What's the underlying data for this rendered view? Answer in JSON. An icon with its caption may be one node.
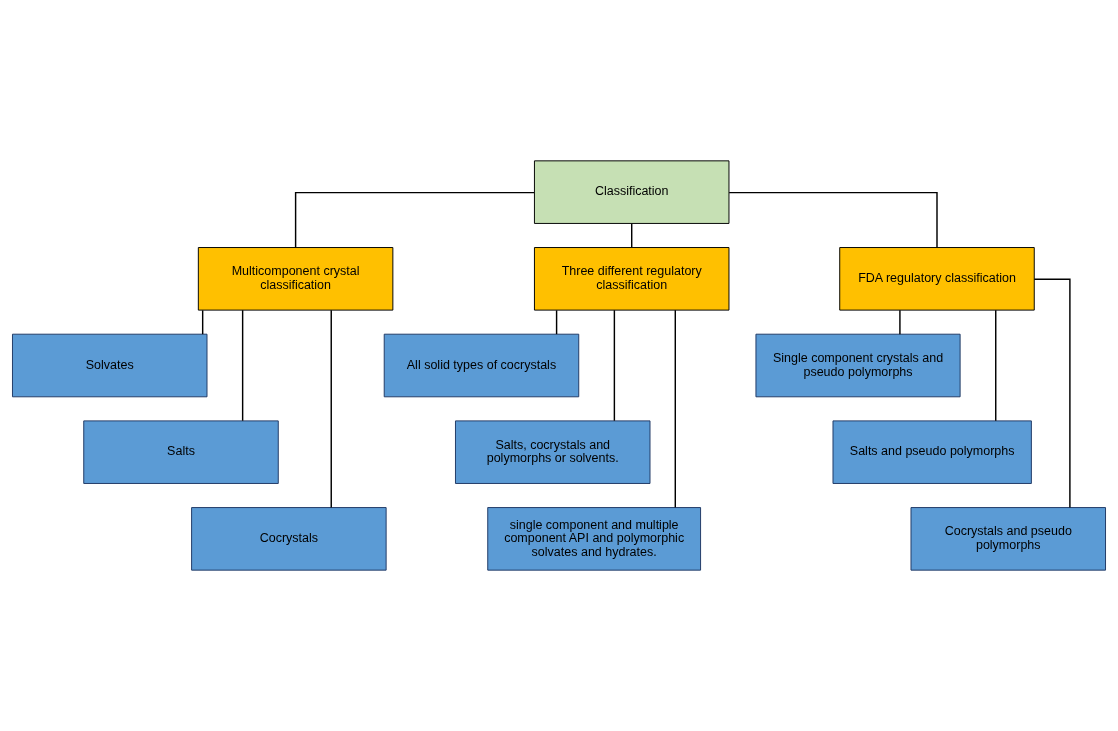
{
  "diagram": {
    "nodes": [
      {
        "text": [
          "Classification"
        ]
      },
      {
        "text": [
          "Multicomponent crystal classification"
        ]
      },
      {
        "text": [
          "Three different regulatory classification"
        ]
      },
      {
        "text": [
          "FDA regulatory classification"
        ]
      },
      {
        "text": [
          "Solvates"
        ]
      },
      {
        "text": [
          "Salts"
        ]
      },
      {
        "text": [
          "Cocrystals"
        ]
      },
      {
        "text": [
          "All solid types of cocrystals"
        ]
      },
      {
        "text": [
          "Salts, cocrystals and polymorphs or solvents."
        ]
      },
      {
        "text": [
          "single component and multiple component API and polymorphic solvates and hydrates."
        ]
      },
      {
        "text": [
          "Single component crystals and pseudo polymorphs"
        ]
      },
      {
        "text": [
          "Salts and pseudo polymorphs"
        ]
      },
      {
        "text": [
          "Cocrystals and pseudo polymorphs"
        ]
      }
    ],
    "edges": [
      {
        "from": 0,
        "to": 1,
        "arrow": "none"
      },
      {
        "from": 0,
        "to": 2,
        "arrow": "none"
      },
      {
        "from": 0,
        "to": 3,
        "arrow": "none"
      },
      {
        "from": 1,
        "to": 4,
        "arrow": "none"
      },
      {
        "from": 1,
        "to": 5,
        "arrow": "none"
      },
      {
        "from": 1,
        "to": 6,
        "arrow": "none"
      },
      {
        "from": 2,
        "to": 7,
        "arrow": "none"
      },
      {
        "from": 2,
        "to": 8,
        "arrow": "none"
      },
      {
        "from": 2,
        "to": 9,
        "arrow": "none"
      },
      {
        "from": 3,
        "to": 10,
        "arrow": "none"
      },
      {
        "from": 3,
        "to": 11,
        "arrow": "none"
      },
      {
        "from": 3,
        "to": 12,
        "arrow": "none"
      }
    ]
  }
}
